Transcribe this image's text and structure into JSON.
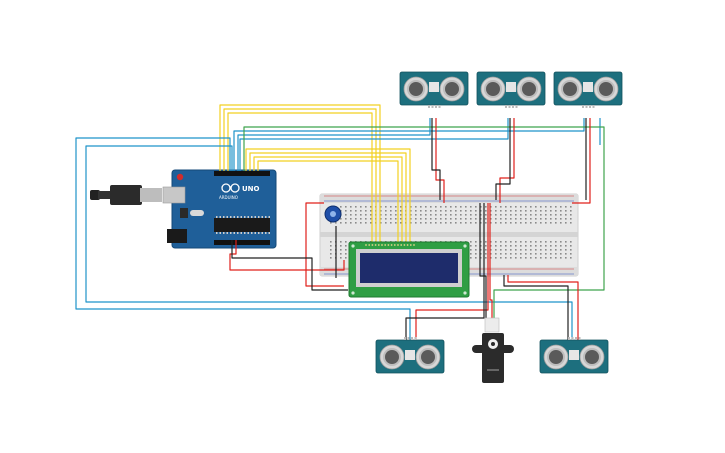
{
  "board": {
    "model": "UNO",
    "brand": "ARDUINO"
  },
  "colors": {
    "wire_yellow": "#f2d021",
    "wire_red": "#e0201b",
    "wire_black": "#222222",
    "wire_blue": "#1f93c9",
    "wire_green": "#3fa34d",
    "board_blue": "#1f5f99",
    "sensor_teal": "#1d6f7e",
    "lcd_green": "#2f9e44",
    "lcd_screen": "#1e2c6b",
    "breadboard": "#e6e6e6",
    "servo_body": "#2b2b2b"
  },
  "components": {
    "ultrasonic_sensors": 5,
    "servo": 1,
    "lcd": 1,
    "potentiometer": 1,
    "breadboard": 1
  }
}
